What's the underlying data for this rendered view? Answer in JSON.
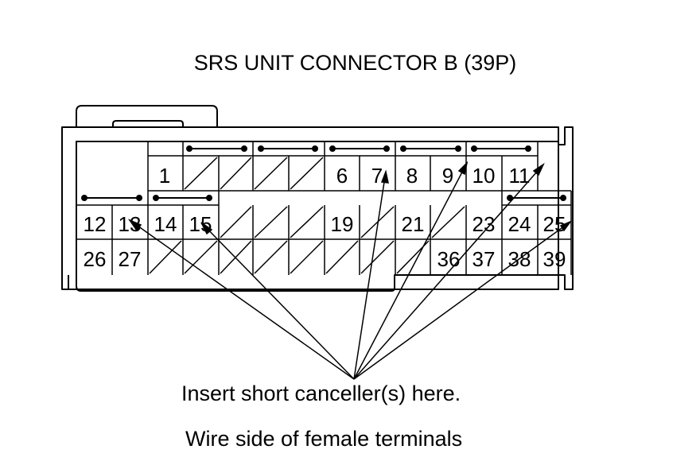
{
  "title": "SRS UNIT CONNECTOR B (39P)",
  "instruction": "Insert short canceller(s) here.",
  "view_note": "Wire side of female terminals",
  "terminals": {
    "row1": [
      "1",
      "6",
      "7",
      "8",
      "9",
      "10",
      "11"
    ],
    "row2": [
      "12",
      "13",
      "14",
      "15",
      "19",
      "21",
      "23",
      "24",
      "25"
    ],
    "row3": [
      "26",
      "27",
      "36",
      "37",
      "38",
      "39"
    ]
  },
  "short_canceller_terminals": [
    "7",
    "9",
    "11",
    "13",
    "15",
    "25"
  ],
  "colors": {
    "line": "#000000",
    "background": "#ffffff"
  }
}
